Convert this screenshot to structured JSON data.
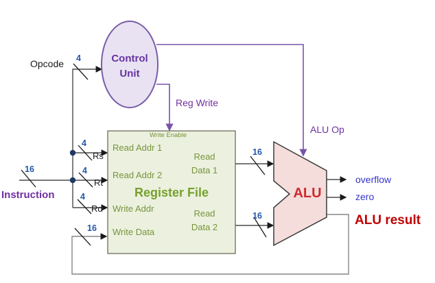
{
  "blocks": {
    "control_unit": {
      "line1": "Control",
      "line2": "Unit"
    },
    "register_file": {
      "title": "Register File",
      "write_enable_label": "Write Enable",
      "read_addr1": "Read Addr 1",
      "read_addr2": "Read Addr 2",
      "write_addr": "Write Addr",
      "write_data": "Write Data",
      "read_data1": "Read Data 1",
      "read_data2": "Read Data 2"
    },
    "alu": {
      "label": "ALU"
    }
  },
  "signals": {
    "opcode_label": "Opcode",
    "instruction_label": "Instruction",
    "reg_write_label": "Reg Write",
    "alu_op_label": "ALU Op",
    "overflow_label": "overflow",
    "zero_label": "zero",
    "alu_result_label": "ALU result",
    "rs_label": "Rs",
    "rt_label": "Rt",
    "rd_label": "Rd"
  },
  "bus_widths": {
    "opcode": "4",
    "rs": "4",
    "rt": "4",
    "rd": "4",
    "instruction": "16",
    "write_data": "16",
    "read_data1": "16",
    "read_data2": "16"
  },
  "colors": {
    "control_fill": "#E8E2F2",
    "control_stroke": "#7A5CA8",
    "control_text": "#6633A0",
    "register_file_fill": "#EBF1DE",
    "register_file_text": "#76A02E",
    "alu_fill": "#F5DDDC",
    "alu_text": "#CC2B2B",
    "alu_result_text": "#C00000",
    "purple_signal": "#7030A0",
    "bus_width_blue": "#2257A6",
    "flag_blue": "#3333CC",
    "wire": "#4A4A4A",
    "feedback_wire": "#868686",
    "junction_dot": "#1F3864"
  }
}
